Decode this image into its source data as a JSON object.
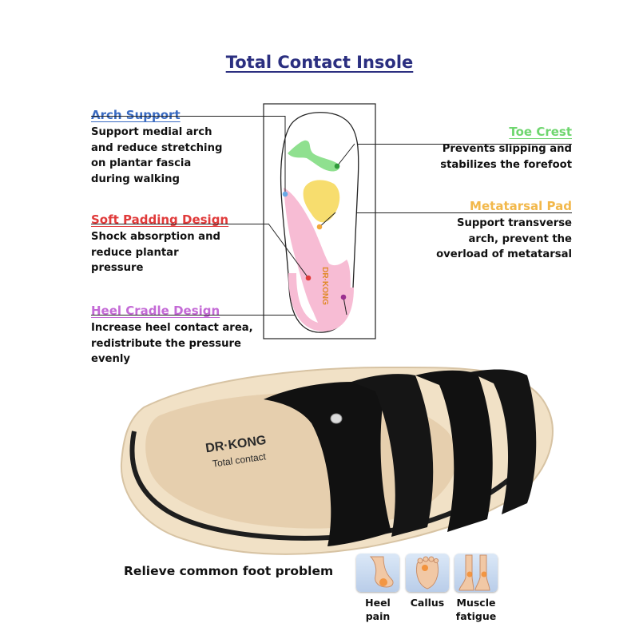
{
  "title": "Total Contact Insole",
  "features": {
    "arch": {
      "heading": "Arch Support",
      "lines": [
        "Support medial arch",
        "and reduce stretching",
        "on plantar fascia",
        "during walking"
      ],
      "color": "#3a6bc2"
    },
    "padding": {
      "heading": "Soft Padding Design",
      "lines": [
        "Shock absorption and",
        "reduce plantar",
        "pressure"
      ],
      "color": "#e03a3a"
    },
    "heel": {
      "heading": "Heel Cradle Design",
      "lines": [
        "Increase heel contact area,",
        "redistribute the pressure",
        "evenly"
      ],
      "color": "#c46ad6"
    },
    "toe": {
      "heading": "Toe Crest",
      "lines": [
        "Prevents slipping and",
        "stabilizes the forefoot"
      ],
      "color": "#6fd66f"
    },
    "metatarsal": {
      "heading": "Metatarsal Pad",
      "lines": [
        "Support transverse",
        "arch, prevent the",
        "overload of metatarsal"
      ],
      "color": "#f2b84b"
    }
  },
  "insole_brand": "DR·KONG",
  "sandal_print": {
    "brand": "DR·KONG",
    "sub": "Total contact"
  },
  "bottom_caption": "Relieve common foot problem",
  "problems": [
    {
      "label_lines": [
        "Heel",
        "pain"
      ],
      "icon": "heel-pain-icon"
    },
    {
      "label_lines": [
        "Callus"
      ],
      "icon": "callus-icon"
    },
    {
      "label_lines": [
        "Muscle",
        "fatigue"
      ],
      "icon": "muscle-fatigue-icon"
    }
  ]
}
